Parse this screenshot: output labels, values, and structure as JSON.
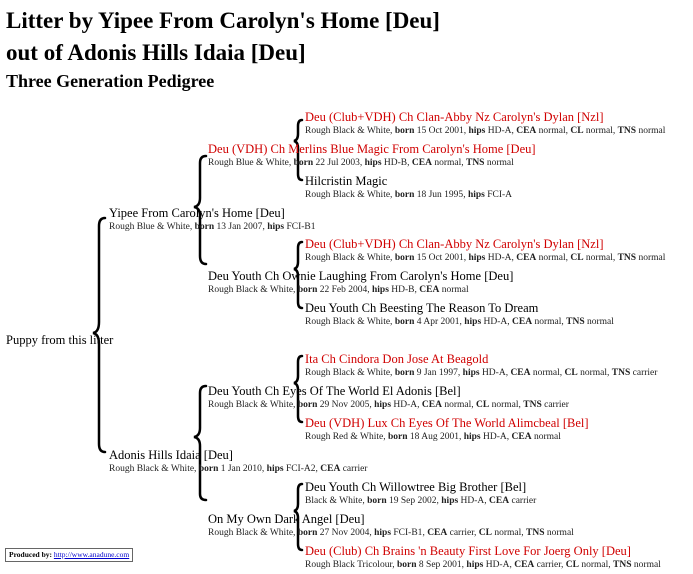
{
  "header": {
    "title_line1": "Litter by Yipee From Carolyn's Home [Deu]",
    "title_line2": "out of Adonis Hills Idaia [Deu]",
    "subtitle": "Three Generation Pedigree"
  },
  "puppy_label": "Puppy from this litter",
  "dogs": {
    "sss": {
      "name": "Deu (Club+VDH) Ch Clan-Abby Nz Carolyn's Dylan [Nzl]",
      "color": "Rough Black & White, ",
      "born": "15 Oct 2001",
      "hips": "HD-A",
      "cea": "normal",
      "cl": "normal",
      "tns": "normal"
    },
    "ss": {
      "name": "Deu (VDH) Ch Merlins Blue Magic From Carolyn's Home [Deu]",
      "color": "Rough Blue & White, ",
      "born": "22 Jul 2003",
      "hips": "HD-B",
      "cea": "normal",
      "tns": "normal"
    },
    "ssd": {
      "name": "Hilcristin Magic",
      "color": "Rough Black & White, ",
      "born": "18 Jun 1995",
      "hips": "FCI-A"
    },
    "s": {
      "name": "Yipee From Carolyn's Home [Deu]",
      "color": "Rough Blue & White, ",
      "born": "13 Jan 2007",
      "hips": "FCI-B1"
    },
    "sds": {
      "name": "Deu (Club+VDH) Ch Clan-Abby Nz Carolyn's Dylan [Nzl]",
      "color": "Rough Black & White, ",
      "born": "15 Oct 2001",
      "hips": "HD-A",
      "cea": "normal",
      "cl": "normal",
      "tns": "normal"
    },
    "sd": {
      "name": "Deu Youth Ch Ownie Laughing From Carolyn's Home [Deu]",
      "color": "Rough Black & White, ",
      "born": "22 Feb 2004",
      "hips": "HD-B",
      "cea": "normal"
    },
    "sdd": {
      "name": "Deu Youth Ch Beesting The Reason To Dream",
      "color": "Rough Black & White, ",
      "born": "4 Apr 2001",
      "hips": "HD-A",
      "cea": "normal",
      "tns": "normal"
    },
    "dss": {
      "name": "Ita Ch Cindora Don Jose At Beagold",
      "color": "Rough Black & White, ",
      "born": "9 Jan 1997",
      "hips": "HD-A",
      "cea": "normal",
      "cl": "normal",
      "tns": "carrier"
    },
    "ds": {
      "name": "Deu Youth Ch Eyes Of The World El Adonis [Bel]",
      "color": "Rough Black & White, ",
      "born": "29 Nov 2005",
      "hips": "HD-A",
      "cea": "normal",
      "cl": "normal",
      "tns": "carrier"
    },
    "dsd": {
      "name": "Deu (VDH) Lux Ch Eyes Of The World Alimcbeal [Bel]",
      "color": "Rough Red & White, ",
      "born": "18 Aug 2001",
      "hips": "HD-A",
      "cea": "normal"
    },
    "d": {
      "name": "Adonis Hills Idaia [Deu]",
      "color": "Rough Black & White, ",
      "born": "1 Jan 2010",
      "hips": "FCI-A2",
      "cea": "carrier"
    },
    "dds": {
      "name": "Deu Youth Ch Willowtree Big Brother [Bel]",
      "color": "Black & White, ",
      "born": "19 Sep 2002",
      "hips": "HD-A",
      "cea": "carrier"
    },
    "dd": {
      "name": "On My Own Dark Angel [Deu]",
      "color": "Rough Black & White, ",
      "born": "27 Nov 2004",
      "hips": "FCI-B1",
      "cea": "carrier",
      "cl": "normal",
      "tns": "normal"
    },
    "ddd": {
      "name": "Deu (Club) Ch Brains 'n Beauty First Love For Joerg Only [Deu]",
      "color": "Rough Black Tricolour, ",
      "born": "8 Sep 2001",
      "hips": "HD-A",
      "cea": "carrier",
      "cl": "normal",
      "tns": "normal"
    }
  },
  "labels": {
    "born": "born",
    "hips": "hips",
    "cea": "CEA",
    "cl": "CL",
    "tns": "TNS"
  },
  "colors": {
    "title_red": "#d00000",
    "text": "#000000",
    "link": "#0000cc"
  },
  "footer": {
    "produced_by": "Produced by: ",
    "link": "http://www.anadune.com"
  }
}
